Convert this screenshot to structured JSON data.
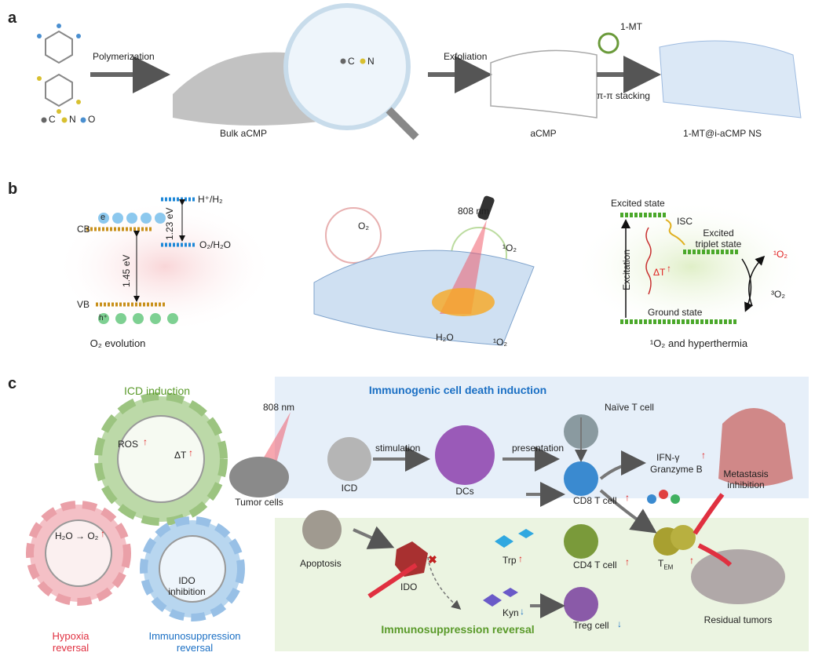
{
  "panel_a": {
    "label": "a",
    "polymerization": "Polymerization",
    "legend": [
      "C",
      "N",
      "O"
    ],
    "bulk": "Bulk aCMP",
    "zoom_legend": [
      "C",
      "N"
    ],
    "exfoliation": "Exfoliation",
    "acmp": "aCMP",
    "mt": "1-MT",
    "stacking": "π-π stacking",
    "product": "1-MT@i-aCMP NS"
  },
  "panel_b": {
    "label": "b",
    "h2": "H⁺/H₂",
    "e123": "1.23 eV",
    "cb": "CB",
    "o2h2o": "O₂/H₂O",
    "e145": "1.45 eV",
    "vb": "VB",
    "electron": "e",
    "hole": "h⁺",
    "o2_evolution": "O₂ evolution",
    "laser": "808 nm",
    "o2": "O₂",
    "singlet": "¹O₂",
    "h2o": "H₂O",
    "excited": "Excited state",
    "isc": "ISC",
    "triplet": "Excited\ntriplet state",
    "excitation": "Excitation",
    "dt": "ΔT",
    "triplet_o2": "³O₂",
    "ground": "Ground state",
    "hyperthermia": "¹O₂ and hyperthermia"
  },
  "panel_c": {
    "label": "c",
    "icd_title": "Immunogenic cell death induction",
    "icd_induction": "ICD induction",
    "laser": "808 nm",
    "stimulation": "stimulation",
    "presentation": "presentation",
    "naive": "Naïve T cell",
    "ifn": "IFN-γ",
    "granzyme": "Granzyme B",
    "metastasis": "Metastasis\ninhibition",
    "ros": "ROS",
    "dt": "ΔT",
    "tumor": "Tumor cells",
    "icd": "ICD",
    "dcs": "DCs",
    "cd8": "CD8 T cell",
    "apoptosis": "Apoptosis",
    "trp": "Trp",
    "ido": "IDO",
    "cd4": "CD4 T cell",
    "tem": "T",
    "tem_sub": "EM",
    "h2o_o2": "H₂O → O₂",
    "ido_inhibition": "IDO\ninhibition",
    "kyn": "Kyn",
    "treg": "Treg cell",
    "residual": "Residual tumors",
    "supp_title": "Immunosuppression reversal",
    "hypoxia": "Hypoxia\nreversal",
    "immunosupp": "Immunosuppression\nreversal"
  },
  "colors": {
    "hypoxia": "#e03040",
    "icd": "#5a9a2a",
    "immunosupp": "#1a6fc4",
    "up_arrow": "#e02020",
    "down_arrow": "#1a6fc4"
  }
}
